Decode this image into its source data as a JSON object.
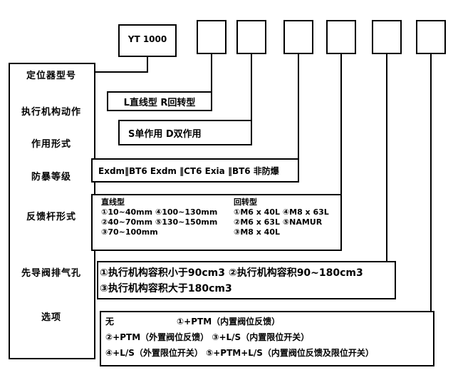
{
  "model": {
    "code": "YT 1000"
  },
  "rows": [
    {
      "label": "定位器型号"
    },
    {
      "label": "执行机构动作"
    },
    {
      "label": "作用形式"
    },
    {
      "label": "防暴等级"
    },
    {
      "label": "反馈杆形式"
    },
    {
      "label": "先导阀排气孔"
    },
    {
      "label": "选项"
    }
  ],
  "action": {
    "text": "L直线型 R回转型"
  },
  "form": {
    "text": "S单作用 D双作用"
  },
  "explosion": {
    "text": "Exdm‖BT6  Exdm ‖CT6  Exia ‖BT6  非防爆"
  },
  "feedback": {
    "linear_title": "直线型",
    "linear": [
      "①10~40mm ④100~130mm",
      "②40~70mm ⑤130~150mm",
      "③70~100mm"
    ],
    "rotary_title": "回转型",
    "rotary": [
      "①M6 x 40L  ④M8 x 63L",
      "②M6 x 63L  ⑤NAMUR",
      "③M8 x 40L"
    ]
  },
  "exhaust": {
    "line1": "①执行机构容积小于90cm3 ②执行机构容积90~180cm3",
    "line2": "③执行机构容积大于180cm3"
  },
  "options": {
    "line1a": "无",
    "line1b": "①+PTM（内置阀位反馈）",
    "line2": "②+PTM（外置阀位反馈） ③+L/S（内置限位开关）",
    "line3": "④+L/S（外置限位开关） ⑤+PTM+L/S（内置阀位反馈及限位开关）"
  }
}
